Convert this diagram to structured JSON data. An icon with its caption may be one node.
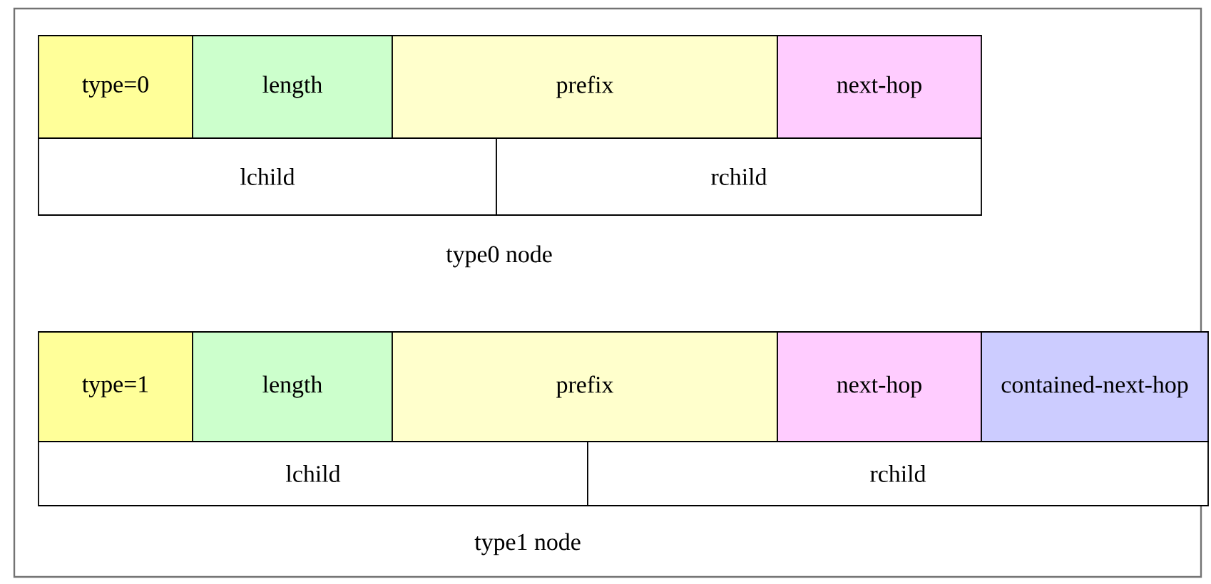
{
  "diagram": {
    "nodes": [
      {
        "text": [
          "type=0"
        ]
      },
      {
        "text": [
          "length"
        ]
      },
      {
        "text": [
          "prefix"
        ]
      },
      {
        "text": [
          "next-hop"
        ]
      },
      {
        "text": [
          "lchild"
        ]
      },
      {
        "text": [
          "rchild"
        ]
      },
      {
        "text": [
          "type=1"
        ]
      },
      {
        "text": [
          "length"
        ]
      },
      {
        "text": [
          "prefix"
        ]
      },
      {
        "text": [
          "next-hop"
        ]
      },
      {
        "text": [
          "contained-next-hop"
        ]
      },
      {
        "text": [
          "lchild"
        ]
      },
      {
        "text": [
          "rchild"
        ]
      }
    ],
    "labels": [
      "type0 node",
      "type1 node"
    ]
  }
}
